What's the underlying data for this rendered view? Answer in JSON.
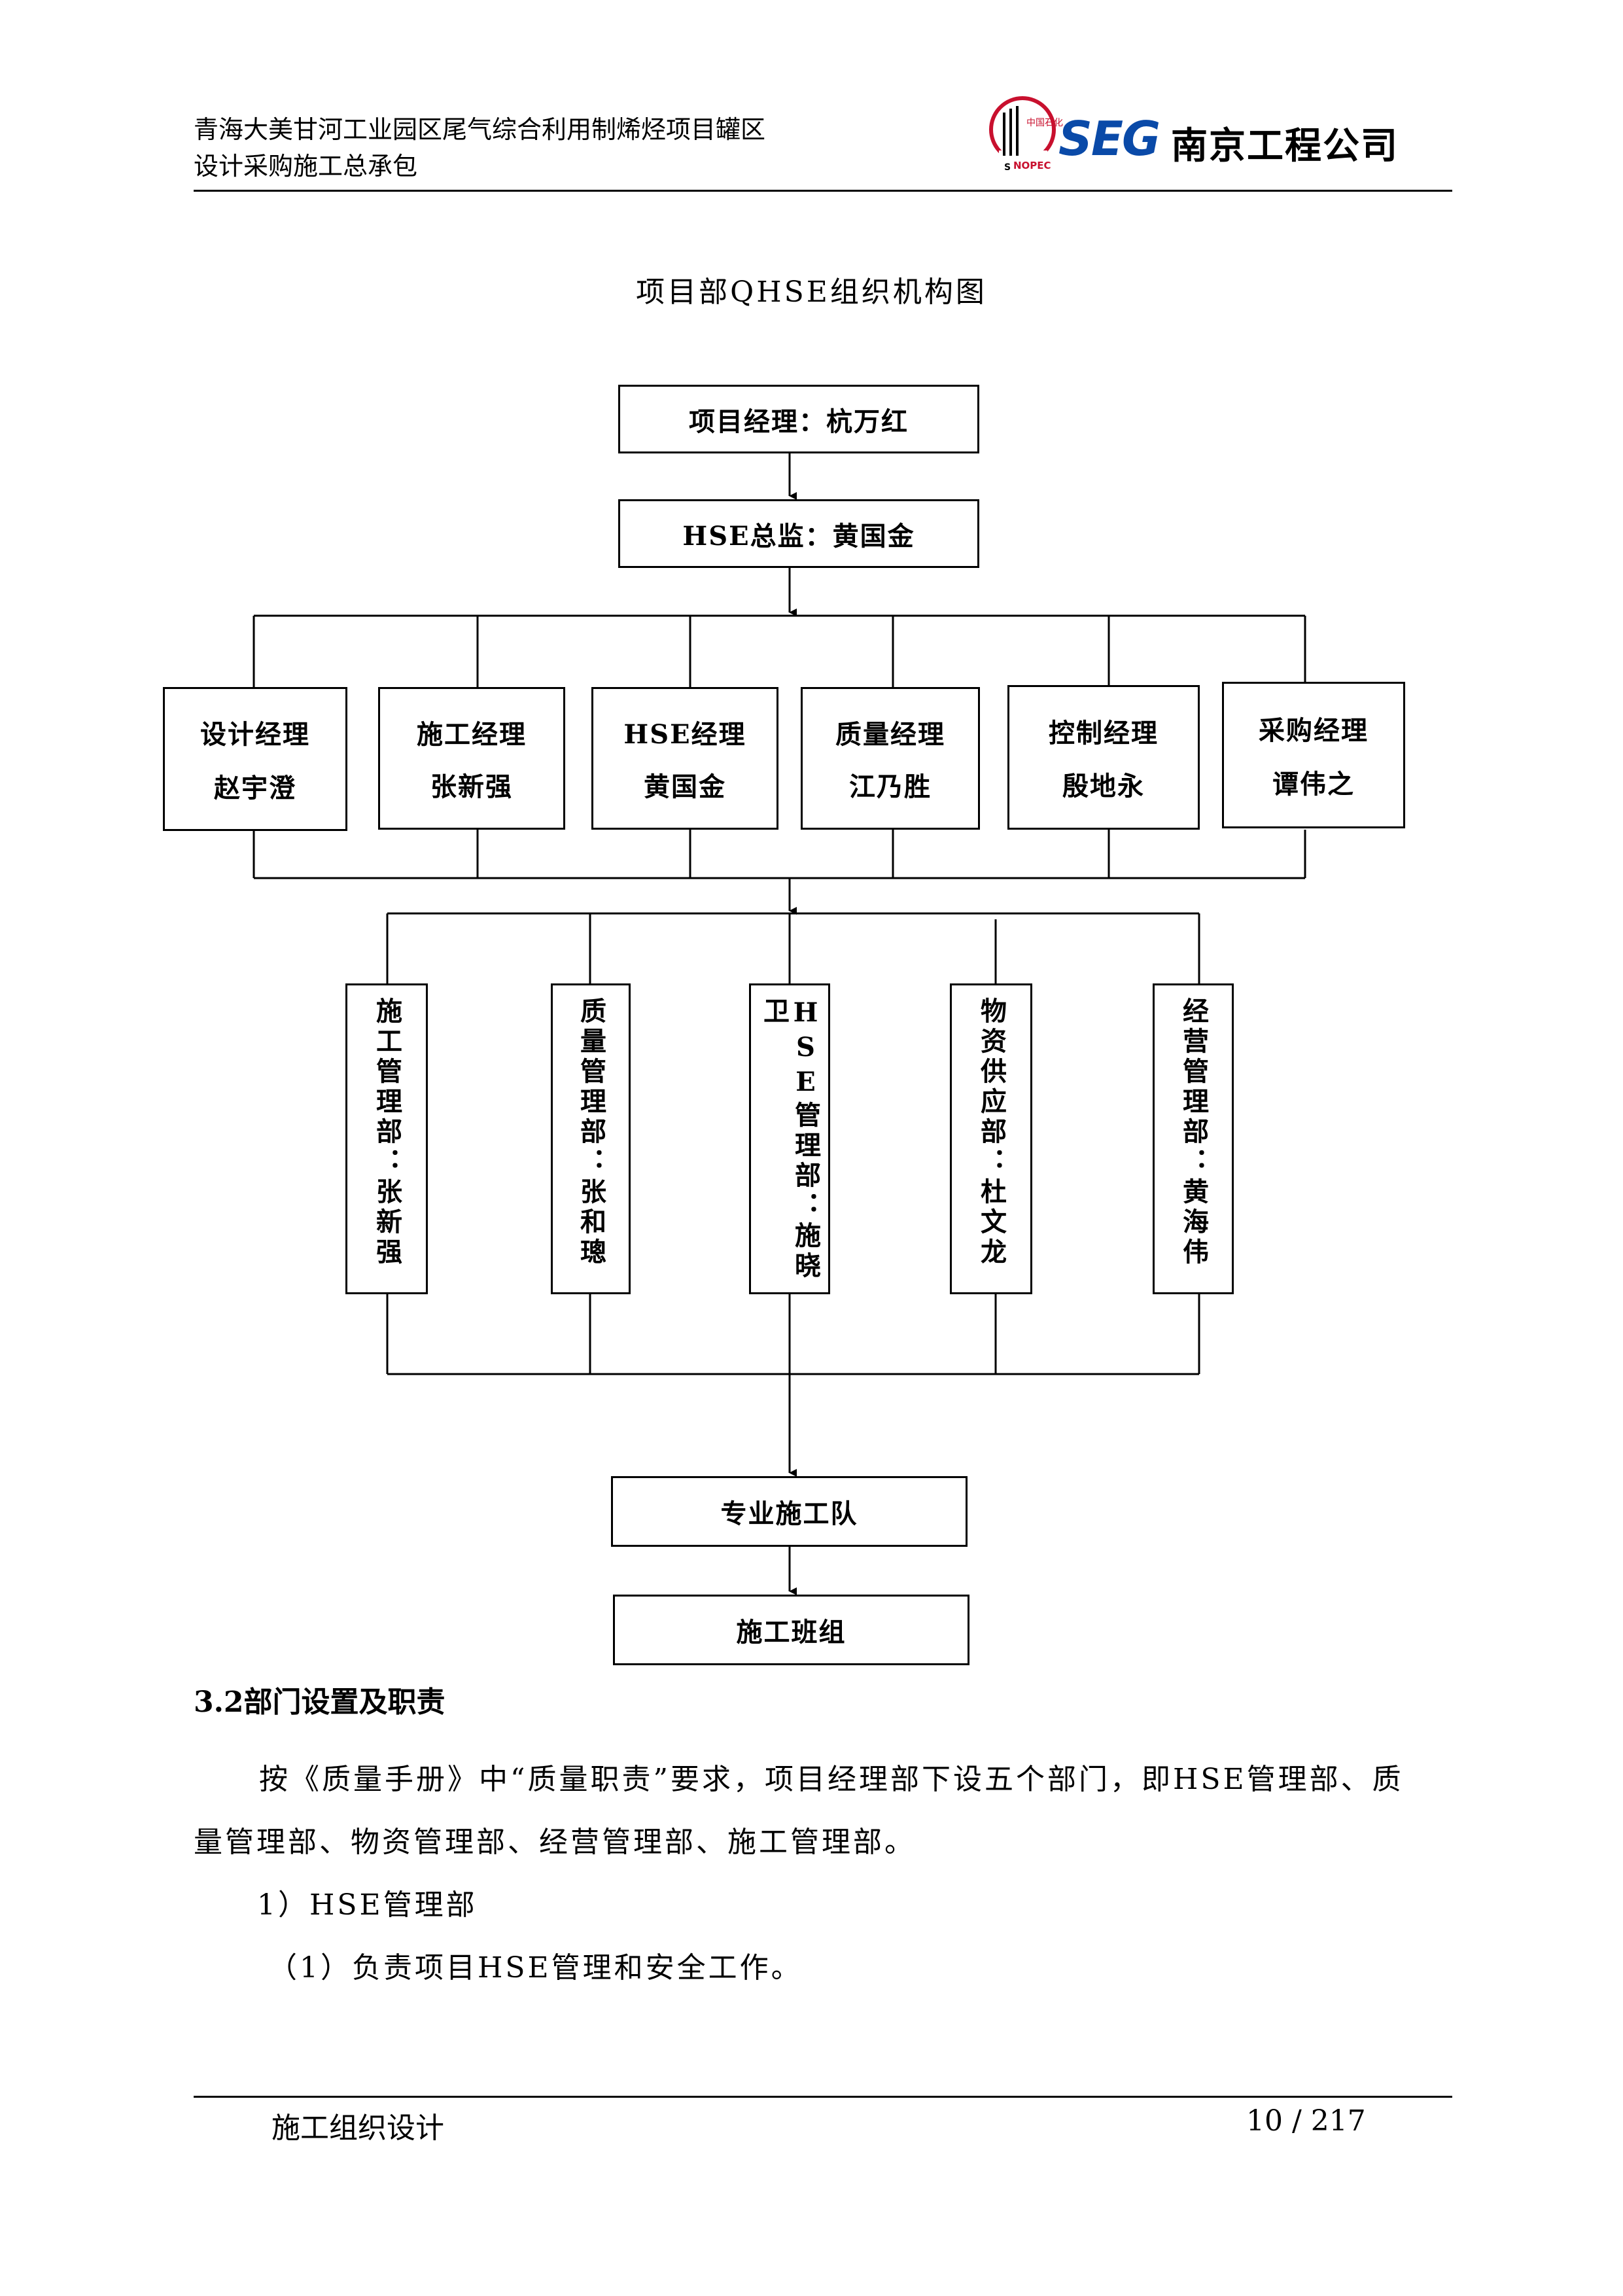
{
  "header": {
    "line1": "青海大美甘河工业园区尾气综合利用制烯烃项目罐区",
    "line2": "设计采购施工总承包",
    "logo_sinopec": "中国石化 SINOPEC",
    "logo_seg": "SEG",
    "company": "南京工程公司"
  },
  "chart": {
    "title": "项目部QHSE组织机构图",
    "project_manager": "项目经理：杭万红",
    "hse_director": "HSE总监：黄国金",
    "managers": [
      {
        "role": "设计经理",
        "name": "赵宇澄"
      },
      {
        "role": "施工经理",
        "name": "张新强"
      },
      {
        "role": "HSE经理",
        "name": "黄国金"
      },
      {
        "role": "质量经理",
        "name": "江乃胜"
      },
      {
        "role": "控制经理",
        "name": "殷地永"
      },
      {
        "role": "采购经理",
        "name": "谭伟之"
      }
    ],
    "departments": [
      "施工管理部：张新强",
      "质量管理部：张和璁",
      "HSE管理部：施晓卫",
      "物资供应部：杜文龙",
      "经营管理部：黄海伟"
    ],
    "team": "专业施工队",
    "crew": "施工班组"
  },
  "body": {
    "heading": "3.2部门设置及职责",
    "para1_line1": "按《质量手册》中“质量职责”要求，项目经理部下设五个部门，即HSE管理部、质",
    "para1_line2": "量管理部、物资管理部、经营管理部、施工管理部。",
    "item1": "1）HSE管理部",
    "item1_sub1": "（1）负责项目HSE管理和安全工作。"
  },
  "footer": {
    "left": "施工组织设计",
    "page": "10 / 217"
  }
}
